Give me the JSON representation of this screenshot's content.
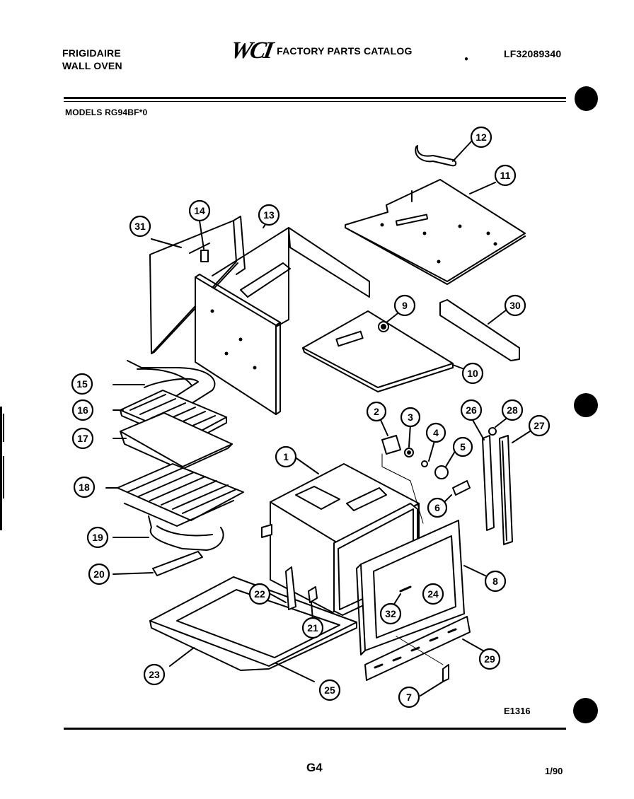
{
  "header": {
    "brand_line1": "FRIGIDAIRE",
    "brand_line2": "WALL OVEN",
    "logo_text": "WCI",
    "catalog_title": "FACTORY PARTS CATALOG",
    "catalog_number": "LF32089340",
    "models": "MODELS RG94BF*0"
  },
  "callouts": [
    "1",
    "2",
    "3",
    "4",
    "5",
    "6",
    "7",
    "8",
    "9",
    "10",
    "11",
    "12",
    "13",
    "14",
    "15",
    "16",
    "17",
    "18",
    "19",
    "20",
    "21",
    "22",
    "23",
    "24",
    "25",
    "26",
    "27",
    "28",
    "29",
    "30",
    "31",
    "32"
  ],
  "footer": {
    "diagram_id": "E1316",
    "page_code": "G4",
    "date": "1/90"
  },
  "colors": {
    "ink": "#000000",
    "paper": "#ffffff"
  }
}
